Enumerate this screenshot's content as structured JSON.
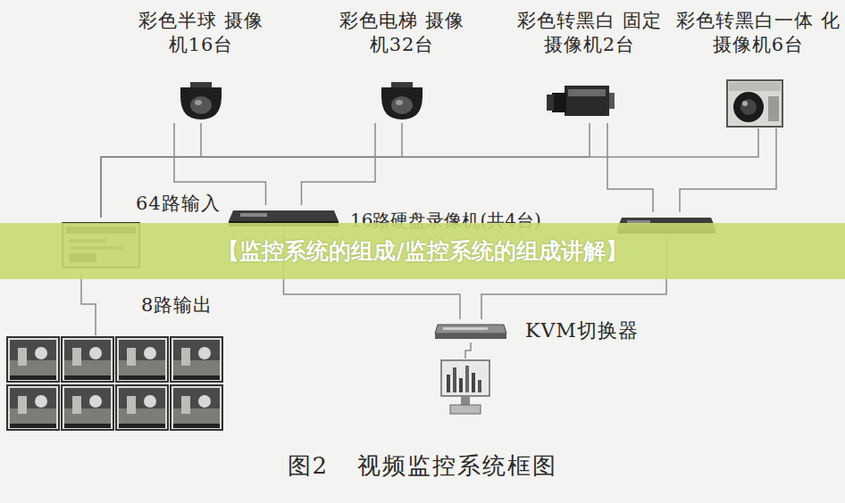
{
  "diagram": {
    "caption": "图2 视频监控系统框图",
    "nodes": [
      {
        "text": [
          "彩色半球 摄像机16台"
        ]
      },
      {
        "text": [
          "彩色电梯 摄像机32台"
        ]
      },
      {
        "text": [
          "彩色转黑白 固定摄像机2台"
        ]
      },
      {
        "text": [
          "彩色转黑白一体 化摄像机6台"
        ]
      },
      {
        "text": []
      },
      {
        "text": []
      },
      {
        "text": []
      },
      {
        "text": []
      },
      {
        "text": [
          "KVM切换器"
        ]
      },
      {
        "text": []
      },
      {
        "text": [
          "【监控系统的组成/监控系统的组成讲解】"
        ]
      }
    ],
    "edges": [
      {
        "from": 0,
        "to": 4,
        "arrow": "none",
        "label": "64路输入"
      },
      {
        "from": 1,
        "to": 4,
        "arrow": "none"
      },
      {
        "from": 2,
        "to": 4,
        "arrow": "none"
      },
      {
        "from": 3,
        "to": 4,
        "arrow": "none"
      },
      {
        "from": 0,
        "to": 5,
        "arrow": "none"
      },
      {
        "from": 1,
        "to": 5,
        "arrow": "none"
      },
      {
        "from": 2,
        "to": 6,
        "arrow": "none"
      },
      {
        "from": 3,
        "to": 6,
        "arrow": "none"
      },
      {
        "from": 4,
        "to": 7,
        "arrow": "none",
        "label": "8路输出"
      },
      {
        "from": 5,
        "to": 8,
        "arrow": "none"
      },
      {
        "from": 6,
        "to": 8,
        "arrow": "none"
      },
      {
        "from": 8,
        "to": 9,
        "arrow": "none"
      }
    ],
    "labels": [
      "16路硬盘录像机(共4台)"
    ]
  }
}
